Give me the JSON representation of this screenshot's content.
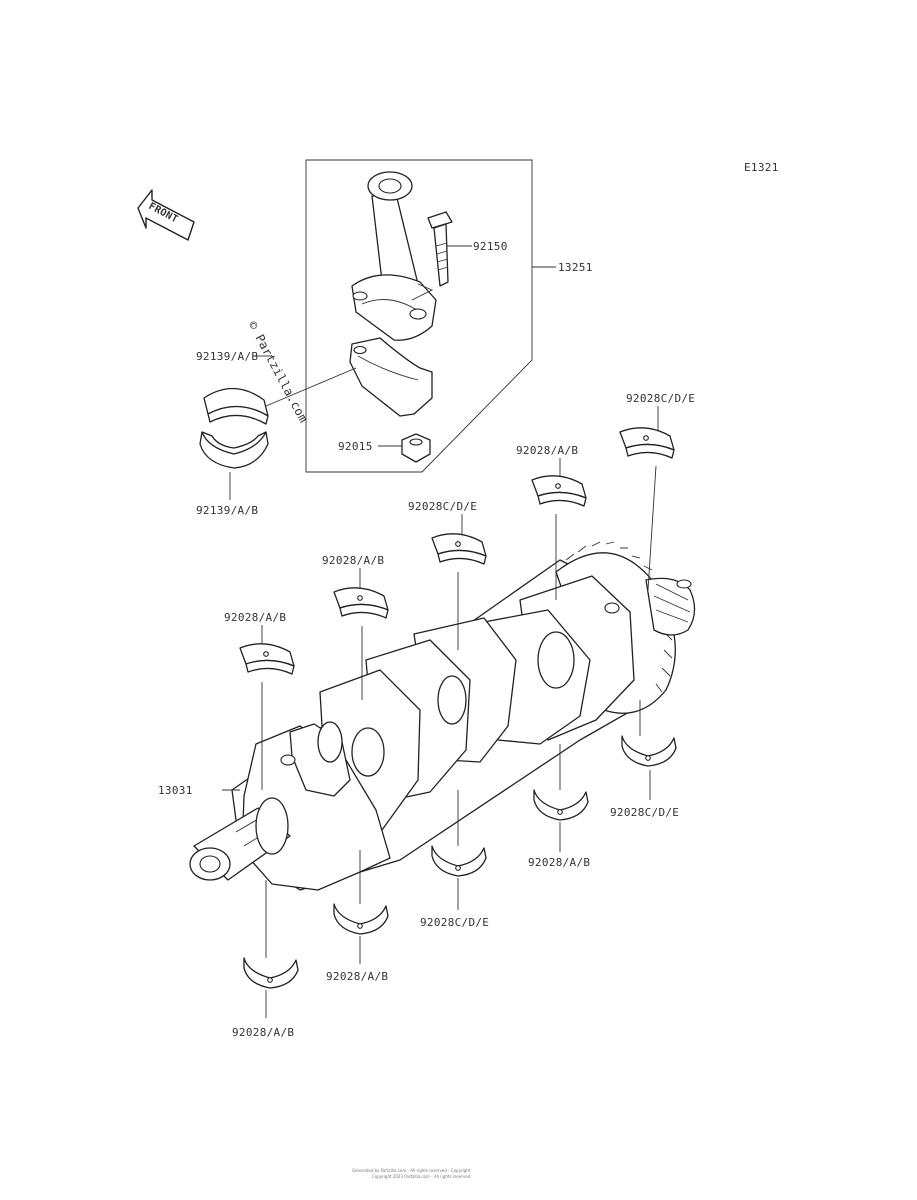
{
  "diagram_code": "E1321",
  "front_label": "FRONT",
  "watermark": "© Partzilla.com",
  "labels": {
    "p92150": "92150",
    "p13251": "13251",
    "p92139_top": "92139/A/B",
    "p92139_bot": "92139/A/B",
    "p92015": "92015",
    "p92028CDE_r1": "92028C/D/E",
    "p92028AB_r1": "92028/A/B",
    "p92028CDE_r2": "92028C/D/E",
    "p92028AB_r2": "92028/A/B",
    "p92028AB_l1": "92028/A/B",
    "p13031": "13031",
    "p92028CDE_r3": "92028C/D/E",
    "p92028AB_r3": "92028/A/B",
    "p92028CDE_b1": "92028C/D/E",
    "p92028AB_b1": "92028/A/B",
    "p92028AB_b2": "92028/A/B"
  },
  "footer": {
    "line1": "Generated by Partzilla.com  -  All rights reserved  -  Copyright",
    "line2": "Copyright 2023 Partzilla.com - All rights reserved"
  }
}
